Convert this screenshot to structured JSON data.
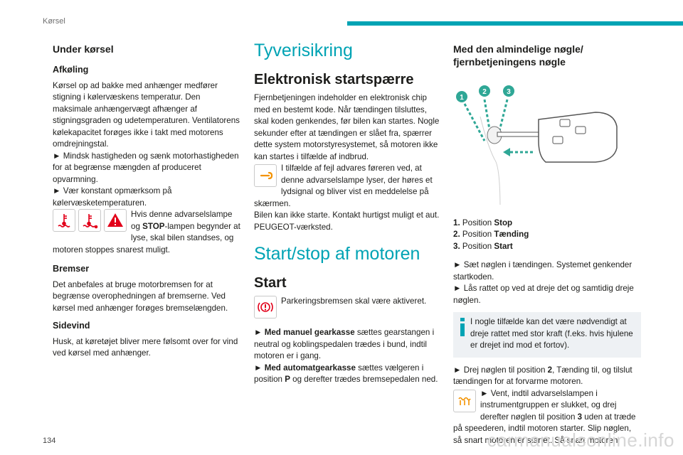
{
  "header": {
    "section": "Kørsel",
    "accent_color": "#00a3b4"
  },
  "page_number": "134",
  "watermark": "carmanualsonline.info",
  "col1": {
    "title": "Under kørsel",
    "s1_title": "Afkøling",
    "s1_p1": "Kørsel op ad bakke med anhænger medfører stigning i kølervæskens temperatur. Den maksimale anhængervægt afhænger af stigningsgraden og udetemperaturen. Ventilatorens kølekapacitet forøges ikke i takt med motorens omdrejningstal.",
    "s1_b1": "► Mindsk hastigheden og sænk motorhastigheden for at begrænse mængden af produceret opvarmning.",
    "s1_b2": "► Vær konstant opmærksom på kølervæsketemperaturen.",
    "s1_warn_pre": "Hvis denne advarselslampe og ",
    "s1_warn_bold": "STOP",
    "s1_warn_post": "-lampen begynder at lyse, skal bilen standses, og motoren stoppes snarest muligt.",
    "s2_title": "Bremser",
    "s2_p": "Det anbefales at bruge motorbremsen for at begrænse overophedningen af bremserne. Ved kørsel med anhænger forøges bremselængden.",
    "s3_title": "Sidevind",
    "s3_p": "Husk, at køretøjet bliver mere følsomt over for vind ved kørsel med anhænger."
  },
  "col2": {
    "h1_a": "Tyverisikring",
    "h2_a": "Elektronisk startspærre",
    "p1": "Fjernbetjeningen indeholder en elektronisk chip med en bestemt kode. Når tændingen tilsluttes, skal koden genkendes, før bilen kan startes. Nogle sekunder efter at tændingen er slået fra, spærrer dette system motorstyresystemet, så motoren ikke kan startes i tilfælde af indbrud.",
    "p2": "I tilfælde af fejl advares føreren ved, at denne advarselslampe lyser, der høres et lydsignal og bliver vist en meddelelse på skærmen.",
    "p3": "Bilen kan ikke starte. Kontakt hurtigst muligt et aut. PEUGEOT-værksted.",
    "h1_b": "Start/stop af motoren",
    "h2_b": "Start",
    "p4": "Parkeringsbremsen skal være aktiveret.",
    "b1_bold": "► Med manuel gearkasse",
    "b1_rest": " sættes gearstangen i neutral og koblingspedalen trædes i bund, indtil motoren er i gang.",
    "b2_bold": "► Med automatgearkasse",
    "b2_rest_1": " sættes vælgeren i position ",
    "b2_p": "P",
    "b2_rest_2": " og derefter trædes bremsepedalen ned."
  },
  "col3": {
    "title": "Med den almindelige nøgle/ fjernbetjeningens nøgle",
    "fig_labels": [
      "1",
      "2",
      "3"
    ],
    "pos1_num": "1.",
    "pos1_text": "Position ",
    "pos1_bold": "Stop",
    "pos2_num": "2.",
    "pos2_text": "Position ",
    "pos2_bold": "Tænding",
    "pos3_num": "3.",
    "pos3_text": "Position ",
    "pos3_bold": "Start",
    "b1": "► Sæt nøglen i tændingen. Systemet genkender startkoden.",
    "b2": "► Lås rattet op ved at dreje det og samtidig dreje nøglen.",
    "info": "I nogle tilfælde kan det være nødvendigt at dreje rattet med stor kraft (f.eks. hvis hjulene er drejet ind mod et fortov).",
    "b3_pre": "► Drej nøglen til position ",
    "b3_bold": "2",
    "b3_post": ", Tænding til, og tilslut tændingen for at forvarme motoren.",
    "b4_pre": "► Vent, indtil advarselslampen i instrumentgruppen er slukket, og drej derefter nøglen til position ",
    "b4_bold": "3",
    "b4_post": " uden at træde på speederen, indtil motoren starter. Slip nøglen, så snart motoren er startet. Så snart motoren"
  }
}
